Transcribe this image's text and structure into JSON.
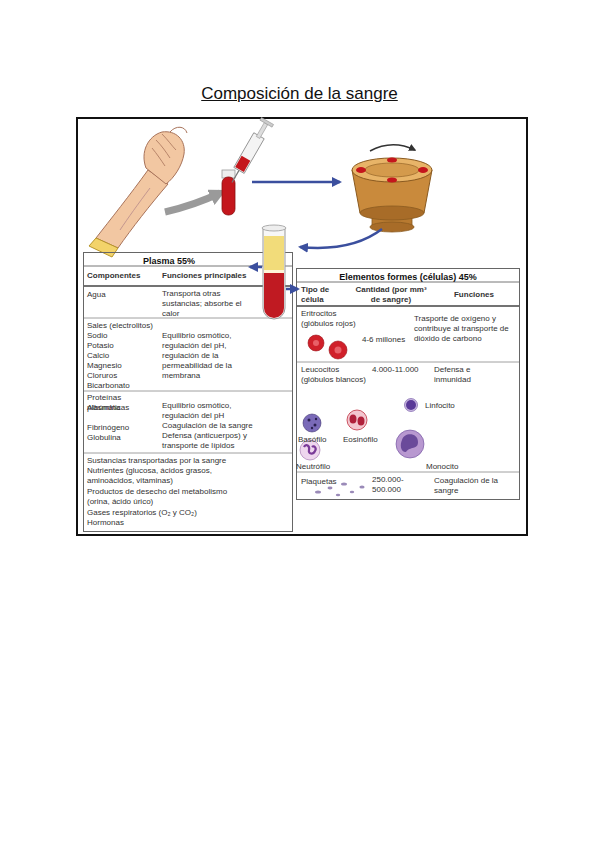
{
  "diagram": {
    "title": "Composición de la sangre",
    "nodes": [
      {
        "text": [
          "Plasma 55%"
        ]
      },
      {
        "text": [
          "Elementos formes (células) 45%"
        ]
      }
    ],
    "labels": [
      "Componentes",
      "Funciones principales",
      "Agua",
      "Transporta otras sustancias; absorbe el calor",
      "Sales (electrolitos)",
      "Sodio",
      "Potasio",
      "Calcio",
      "Magnesio",
      "Cloruros",
      "Bicarbonato",
      "Equilibrio osmótico, regulación del pH, regulación de la permeabilidad de la membrana",
      "Proteínas plasmáticas",
      "Albúmina",
      "Fibrinógeno",
      "Globulina",
      "Equilibrio osmótico, regulación del pH",
      "Coagulación de la sangre",
      "Defensa (anticuerpos) y transporte de lípidos",
      "Sustancias transportadas por la sangre",
      "Nutrientes (glucosa, ácidos grasos, aminoácidos, vitaminas)",
      "Productos de desecho del metabolismo (orina, ácido úrico)",
      "Gases respiratorios (O₂ y CO₂)",
      "Hormonas",
      "Tipo de célula",
      "Cantidad (por mm³ de sangre)",
      "Funciones",
      "Eritrocitos (glóbulos rojos)",
      "4-6 millones",
      "Trasporte de oxígeno y contribuye al transporte de dióxido de carbono",
      "Leucocitos (glóbulos blancos)",
      "4.000-11.000",
      "Defensa e inmunidad",
      "Basófilo",
      "Eosinófilo",
      "Linfocito",
      "Neutrófilo",
      "Monocito",
      "Plaquetas",
      "250.000-500.000",
      "Coagulación de la sangre"
    ]
  }
}
